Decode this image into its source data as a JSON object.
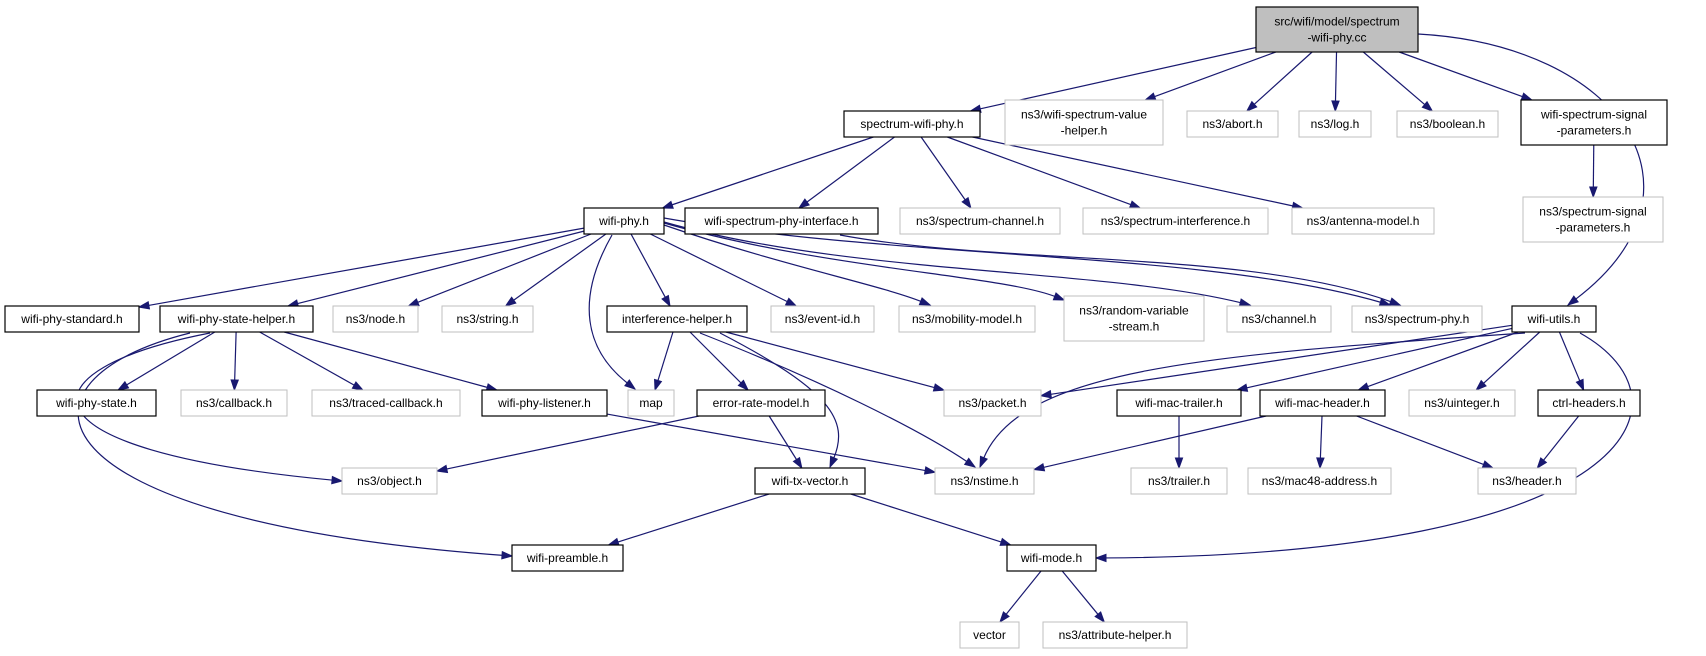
{
  "colors": {
    "edge": "#191970",
    "local_border": "#000000",
    "external_border": "#bfbfbf",
    "root_fill": "#bfbfbf",
    "fill": "#ffffff"
  },
  "nodes": [
    {
      "id": "root",
      "lines": [
        "src/wifi/model/spectrum",
        "-wifi-phy.cc"
      ],
      "kind": "root"
    },
    {
      "id": "spectrum-wifi-phy-h",
      "lines": [
        "spectrum-wifi-phy.h"
      ],
      "kind": "local"
    },
    {
      "id": "wifi-spectrum-value-helper-h",
      "lines": [
        "ns3/wifi-spectrum-value",
        "-helper.h"
      ],
      "kind": "external"
    },
    {
      "id": "abort-h",
      "lines": [
        "ns3/abort.h"
      ],
      "kind": "external"
    },
    {
      "id": "log-h",
      "lines": [
        "ns3/log.h"
      ],
      "kind": "external"
    },
    {
      "id": "boolean-h",
      "lines": [
        "ns3/boolean.h"
      ],
      "kind": "external"
    },
    {
      "id": "wifi-spectrum-signal-parameters-h",
      "lines": [
        "wifi-spectrum-signal",
        "-parameters.h"
      ],
      "kind": "local"
    },
    {
      "id": "ns3-spectrum-signal-parameters-h",
      "lines": [
        "ns3/spectrum-signal",
        "-parameters.h"
      ],
      "kind": "external"
    },
    {
      "id": "wifi-phy-h",
      "lines": [
        "wifi-phy.h"
      ],
      "kind": "local"
    },
    {
      "id": "wifi-spectrum-phy-interface-h",
      "lines": [
        "wifi-spectrum-phy-interface.h"
      ],
      "kind": "local"
    },
    {
      "id": "spectrum-channel-h",
      "lines": [
        "ns3/spectrum-channel.h"
      ],
      "kind": "external"
    },
    {
      "id": "spectrum-interference-h",
      "lines": [
        "ns3/spectrum-interference.h"
      ],
      "kind": "external"
    },
    {
      "id": "antenna-model-h",
      "lines": [
        "ns3/antenna-model.h"
      ],
      "kind": "external"
    },
    {
      "id": "wifi-phy-standard-h",
      "lines": [
        "wifi-phy-standard.h"
      ],
      "kind": "local"
    },
    {
      "id": "wifi-phy-state-helper-h",
      "lines": [
        "wifi-phy-state-helper.h"
      ],
      "kind": "local"
    },
    {
      "id": "node-h",
      "lines": [
        "ns3/node.h"
      ],
      "kind": "external"
    },
    {
      "id": "string-h",
      "lines": [
        "ns3/string.h"
      ],
      "kind": "external"
    },
    {
      "id": "interference-helper-h",
      "lines": [
        "interference-helper.h"
      ],
      "kind": "local"
    },
    {
      "id": "event-id-h",
      "lines": [
        "ns3/event-id.h"
      ],
      "kind": "external"
    },
    {
      "id": "mobility-model-h",
      "lines": [
        "ns3/mobility-model.h"
      ],
      "kind": "external"
    },
    {
      "id": "random-variable-stream-h",
      "lines": [
        "ns3/random-variable",
        "-stream.h"
      ],
      "kind": "external"
    },
    {
      "id": "channel-h",
      "lines": [
        "ns3/channel.h"
      ],
      "kind": "external"
    },
    {
      "id": "spectrum-phy-h",
      "lines": [
        "ns3/spectrum-phy.h"
      ],
      "kind": "external"
    },
    {
      "id": "wifi-utils-h",
      "lines": [
        "wifi-utils.h"
      ],
      "kind": "local"
    },
    {
      "id": "wifi-phy-state-h",
      "lines": [
        "wifi-phy-state.h"
      ],
      "kind": "local"
    },
    {
      "id": "callback-h",
      "lines": [
        "ns3/callback.h"
      ],
      "kind": "external"
    },
    {
      "id": "traced-callback-h",
      "lines": [
        "ns3/traced-callback.h"
      ],
      "kind": "external"
    },
    {
      "id": "wifi-phy-listener-h",
      "lines": [
        "wifi-phy-listener.h"
      ],
      "kind": "local"
    },
    {
      "id": "map",
      "lines": [
        "map"
      ],
      "kind": "external"
    },
    {
      "id": "error-rate-model-h",
      "lines": [
        "error-rate-model.h"
      ],
      "kind": "local"
    },
    {
      "id": "packet-h",
      "lines": [
        "ns3/packet.h"
      ],
      "kind": "external"
    },
    {
      "id": "wifi-mac-trailer-h",
      "lines": [
        "wifi-mac-trailer.h"
      ],
      "kind": "local"
    },
    {
      "id": "wifi-mac-header-h",
      "lines": [
        "wifi-mac-header.h"
      ],
      "kind": "local"
    },
    {
      "id": "uinteger-h",
      "lines": [
        "ns3/uinteger.h"
      ],
      "kind": "external"
    },
    {
      "id": "ctrl-headers-h",
      "lines": [
        "ctrl-headers.h"
      ],
      "kind": "local"
    },
    {
      "id": "object-h",
      "lines": [
        "ns3/object.h"
      ],
      "kind": "external"
    },
    {
      "id": "wifi-tx-vector-h",
      "lines": [
        "wifi-tx-vector.h"
      ],
      "kind": "local"
    },
    {
      "id": "nstime-h",
      "lines": [
        "ns3/nstime.h"
      ],
      "kind": "external"
    },
    {
      "id": "trailer-h",
      "lines": [
        "ns3/trailer.h"
      ],
      "kind": "external"
    },
    {
      "id": "mac48-address-h",
      "lines": [
        "ns3/mac48-address.h"
      ],
      "kind": "external"
    },
    {
      "id": "header-h",
      "lines": [
        "ns3/header.h"
      ],
      "kind": "external"
    },
    {
      "id": "wifi-preamble-h",
      "lines": [
        "wifi-preamble.h"
      ],
      "kind": "local"
    },
    {
      "id": "wifi-mode-h",
      "lines": [
        "wifi-mode.h"
      ],
      "kind": "local"
    },
    {
      "id": "vector",
      "lines": [
        "vector"
      ],
      "kind": "external"
    },
    {
      "id": "attribute-helper-h",
      "lines": [
        "ns3/attribute-helper.h"
      ],
      "kind": "external"
    }
  ],
  "edges": [
    [
      "root",
      "spectrum-wifi-phy-h"
    ],
    [
      "root",
      "wifi-spectrum-value-helper-h"
    ],
    [
      "root",
      "abort-h"
    ],
    [
      "root",
      "log-h"
    ],
    [
      "root",
      "boolean-h"
    ],
    [
      "root",
      "wifi-spectrum-signal-parameters-h"
    ],
    [
      "root",
      "wifi-utils-h"
    ],
    [
      "wifi-spectrum-signal-parameters-h",
      "ns3-spectrum-signal-parameters-h"
    ],
    [
      "spectrum-wifi-phy-h",
      "wifi-phy-h"
    ],
    [
      "spectrum-wifi-phy-h",
      "wifi-spectrum-phy-interface-h"
    ],
    [
      "spectrum-wifi-phy-h",
      "spectrum-channel-h"
    ],
    [
      "spectrum-wifi-phy-h",
      "spectrum-interference-h"
    ],
    [
      "spectrum-wifi-phy-h",
      "antenna-model-h"
    ],
    [
      "wifi-spectrum-phy-interface-h",
      "spectrum-phy-h"
    ],
    [
      "wifi-phy-h",
      "wifi-phy-standard-h"
    ],
    [
      "wifi-phy-h",
      "wifi-phy-state-helper-h"
    ],
    [
      "wifi-phy-h",
      "node-h"
    ],
    [
      "wifi-phy-h",
      "string-h"
    ],
    [
      "wifi-phy-h",
      "map"
    ],
    [
      "wifi-phy-h",
      "interference-helper-h"
    ],
    [
      "wifi-phy-h",
      "event-id-h"
    ],
    [
      "wifi-phy-h",
      "mobility-model-h"
    ],
    [
      "wifi-phy-h",
      "random-variable-stream-h"
    ],
    [
      "wifi-phy-h",
      "channel-h"
    ],
    [
      "wifi-phy-h",
      "spectrum-phy-h"
    ],
    [
      "wifi-phy-state-helper-h",
      "wifi-phy-state-h"
    ],
    [
      "wifi-phy-state-helper-h",
      "callback-h"
    ],
    [
      "wifi-phy-state-helper-h",
      "traced-callback-h"
    ],
    [
      "wifi-phy-state-helper-h",
      "wifi-phy-listener-h"
    ],
    [
      "wifi-phy-state-helper-h",
      "object-h"
    ],
    [
      "wifi-phy-state-helper-h",
      "wifi-preamble-h"
    ],
    [
      "wifi-phy-listener-h",
      "nstime-h"
    ],
    [
      "interference-helper-h",
      "map"
    ],
    [
      "interference-helper-h",
      "error-rate-model-h"
    ],
    [
      "interference-helper-h",
      "packet-h"
    ],
    [
      "interference-helper-h",
      "nstime-h"
    ],
    [
      "interference-helper-h",
      "wifi-tx-vector-h"
    ],
    [
      "error-rate-model-h",
      "object-h"
    ],
    [
      "error-rate-model-h",
      "wifi-tx-vector-h"
    ],
    [
      "wifi-tx-vector-h",
      "wifi-preamble-h"
    ],
    [
      "wifi-tx-vector-h",
      "wifi-mode-h"
    ],
    [
      "wifi-utils-h",
      "packet-h"
    ],
    [
      "wifi-utils-h",
      "nstime-h"
    ],
    [
      "wifi-utils-h",
      "wifi-mac-trailer-h"
    ],
    [
      "wifi-utils-h",
      "wifi-mac-header-h"
    ],
    [
      "wifi-utils-h",
      "uinteger-h"
    ],
    [
      "wifi-utils-h",
      "ctrl-headers-h"
    ],
    [
      "wifi-utils-h",
      "wifi-mode-h"
    ],
    [
      "wifi-mac-trailer-h",
      "trailer-h"
    ],
    [
      "wifi-mac-header-h",
      "nstime-h"
    ],
    [
      "wifi-mac-header-h",
      "mac48-address-h"
    ],
    [
      "wifi-mac-header-h",
      "header-h"
    ],
    [
      "ctrl-headers-h",
      "header-h"
    ],
    [
      "wifi-mode-h",
      "vector"
    ],
    [
      "wifi-mode-h",
      "attribute-helper-h"
    ]
  ]
}
